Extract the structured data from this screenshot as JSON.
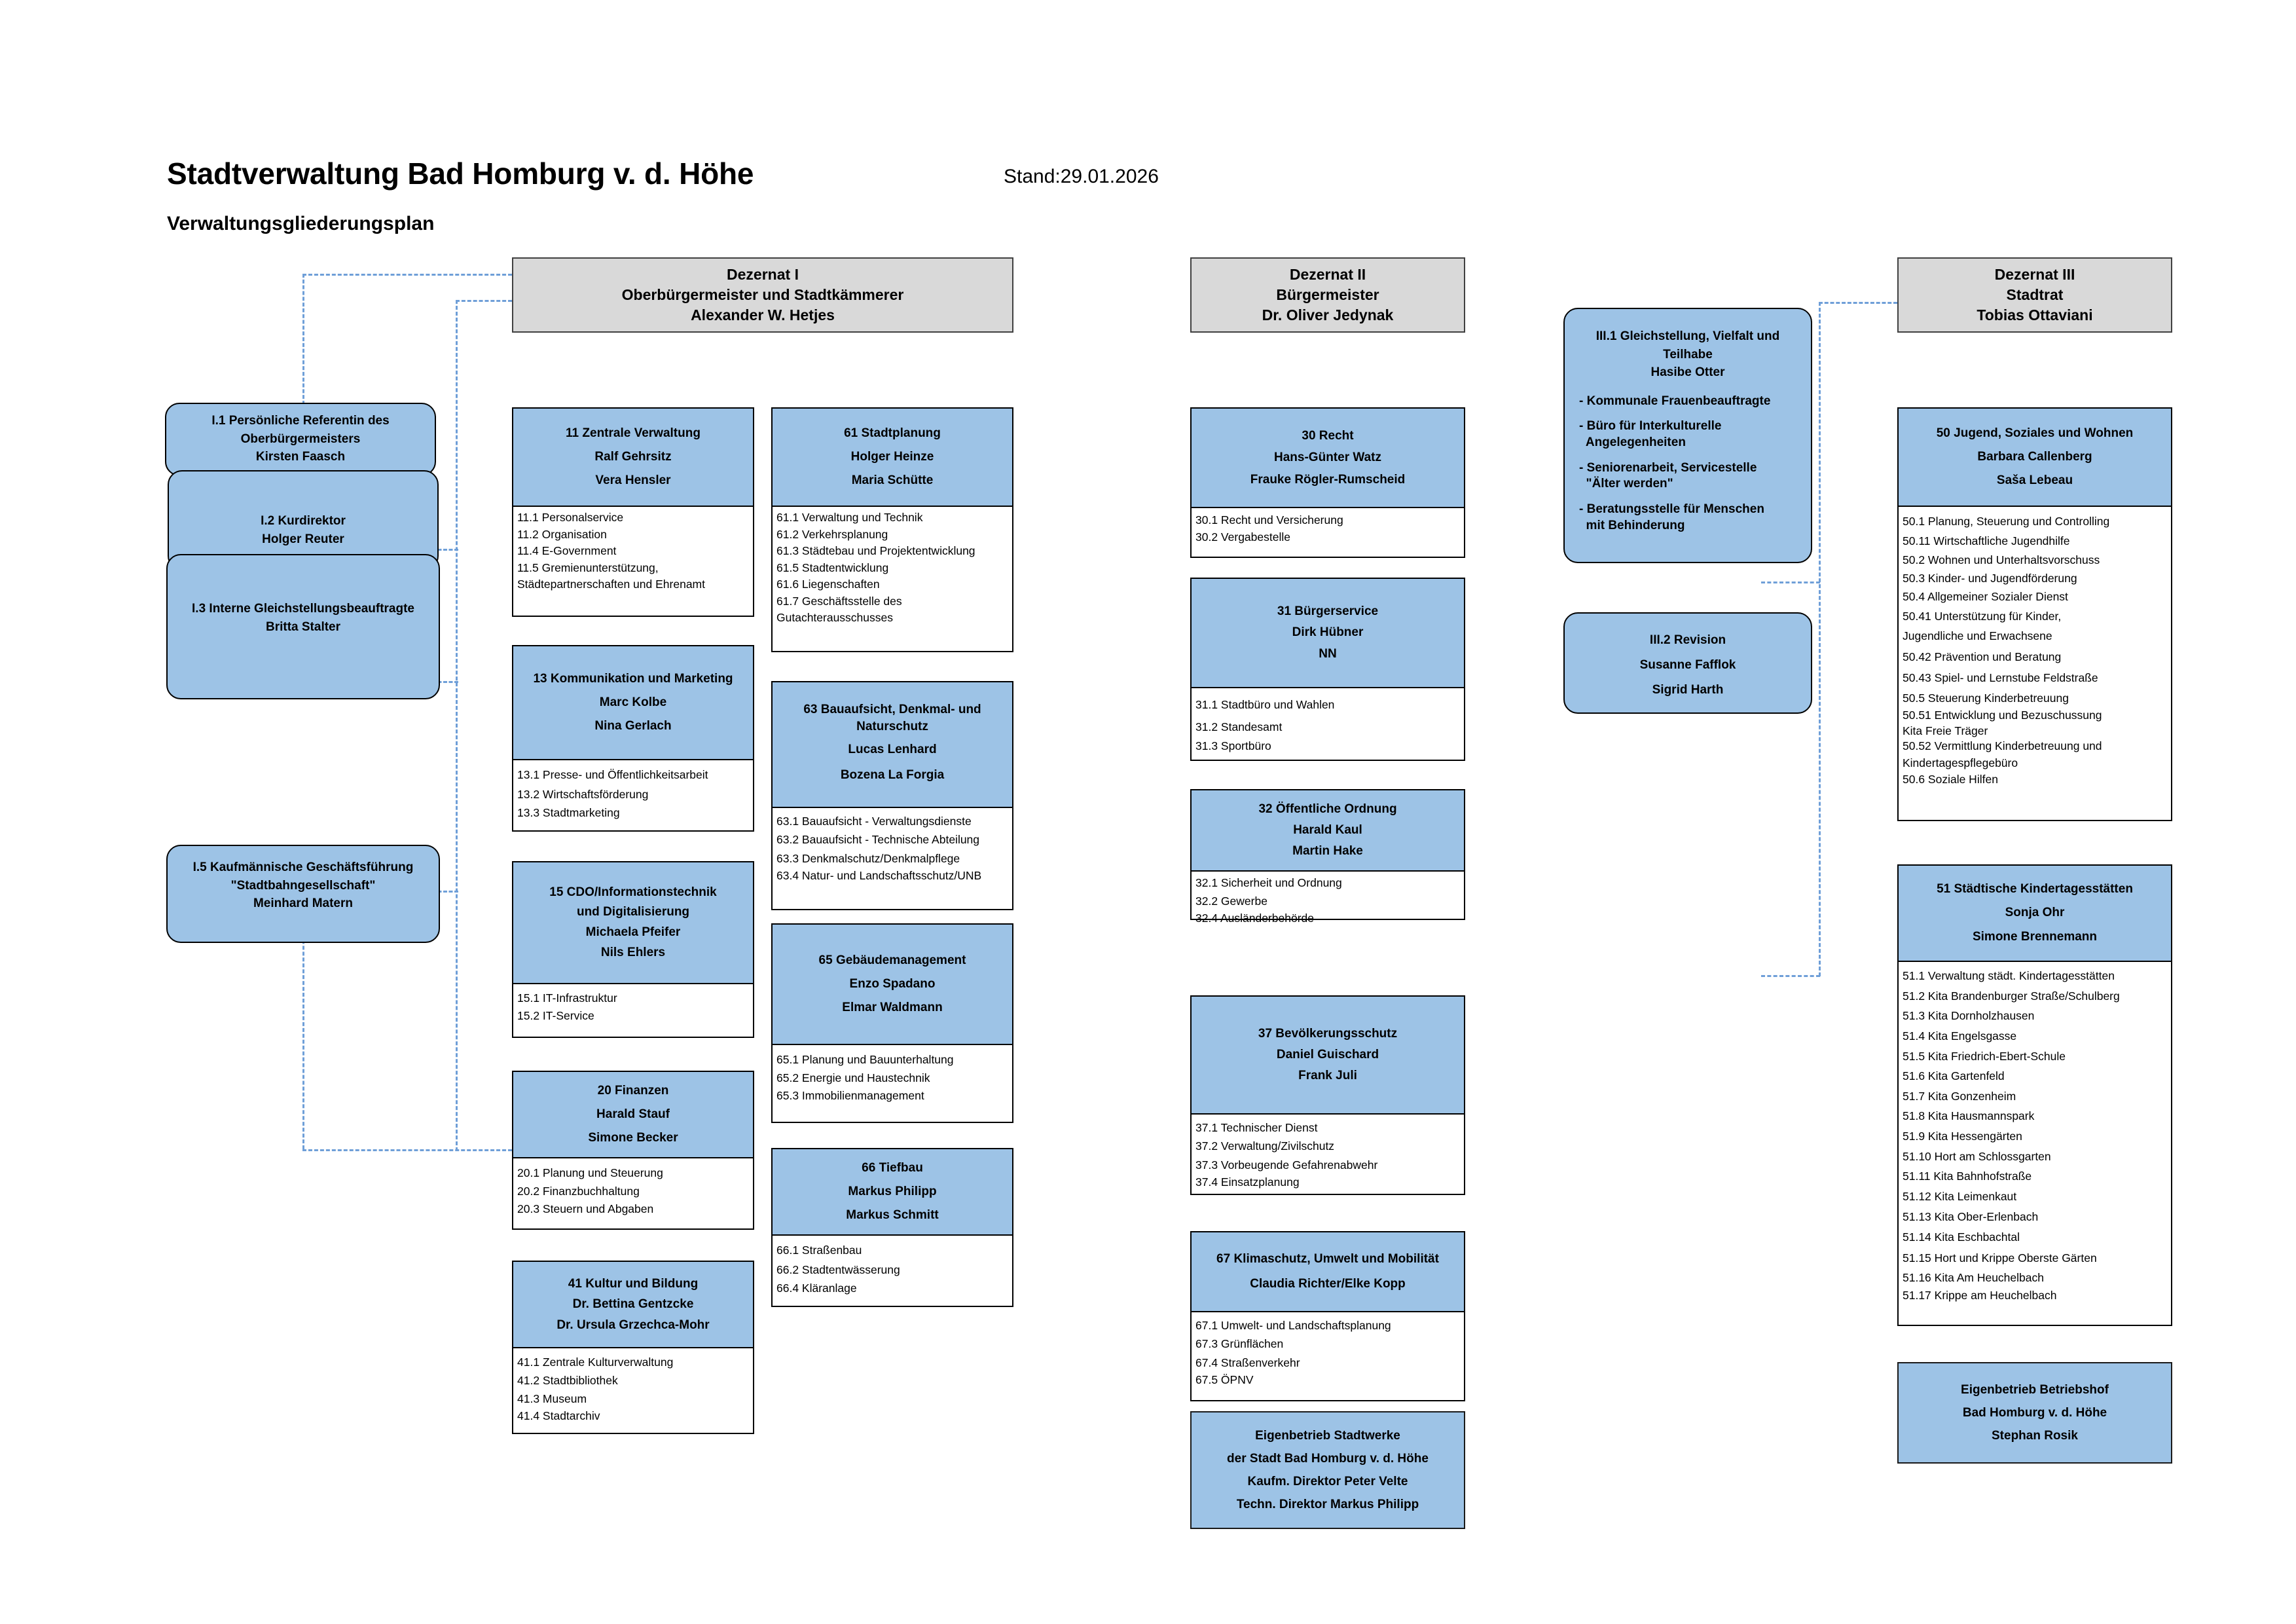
{
  "document": {
    "title": "Stadtverwaltung Bad Homburg v. d. Höhe",
    "date": "Stand:29.01.2026",
    "subtitle": "Verwaltungsgliederungsplan"
  },
  "colors": {
    "header_fill": "#d9d9d9",
    "unit_fill": "#9dc3e6",
    "connector": "#6f9fd8",
    "border": "#000000"
  },
  "dezernate": {
    "d1": {
      "lines": [
        "Dezernat I",
        "Oberbürgermeister und Stadtkämmerer",
        "Alexander W. Hetjes"
      ]
    },
    "d2": {
      "lines": [
        "Dezernat II",
        "Bürgermeister",
        "Dr. Oliver Jedynak"
      ]
    },
    "d3": {
      "lines": [
        "Dezernat III",
        "Stadtrat",
        "Tobias Ottaviani"
      ]
    }
  },
  "staff_left": [
    {
      "lines": [
        "I.1 Persönliche Referentin des",
        "Oberbürgermeisters",
        "Kirsten Faasch"
      ]
    },
    {
      "lines": [
        "I.2 Kurdirektor",
        "Holger Reuter"
      ]
    },
    {
      "lines": [
        "I.3 Interne Gleichstellungsbeauftragte",
        "Britta Stalter"
      ]
    },
    {
      "lines": [
        "I.5 Kaufmännische Geschäftsführung",
        "\"Stadtbahngesellschaft\"",
        "Meinhard Matern"
      ]
    }
  ],
  "staff_right": {
    "iii1": {
      "lines": [
        "III.1 Gleichstellung, Vielfalt und",
        "Teilhabe",
        "Hasibe Otter"
      ],
      "bullets": [
        "- Kommunale Frauenbeauftragte",
        "- Büro für Interkulturelle\n  Angelegenheiten",
        "- Seniorenarbeit, Servicestelle\n  \"Älter werden\"",
        "- Beratungsstelle für Menschen\n  mit Behinderung"
      ]
    },
    "iii2": {
      "lines": [
        "III.2 Revision",
        "Susanne Fafflok",
        "Sigrid Harth"
      ]
    }
  },
  "units": {
    "u11": {
      "head": [
        "11 Zentrale Verwaltung",
        "Ralf Gehrsitz",
        "Vera Hensler"
      ],
      "items": [
        "11.1 Personalservice",
        "11.2 Organisation",
        "11.4 E-Government",
        "11.5 Gremienunterstützung,",
        "Städtepartnerschaften und Ehrenamt"
      ]
    },
    "u13": {
      "head": [
        "13  Kommunikation und Marketing",
        "Marc Kolbe",
        "Nina Gerlach"
      ],
      "items": [
        "13.1 Presse- und Öffentlichkeitsarbeit",
        "13.2 Wirtschaftsförderung",
        "13.3 Stadtmarketing"
      ]
    },
    "u15": {
      "head": [
        "15 CDO/Informationstechnik",
        "und Digitalisierung",
        "Michaela Pfeifer",
        "Nils Ehlers"
      ],
      "items": [
        "15.1 IT-Infrastruktur",
        "15.2 IT-Service"
      ]
    },
    "u20": {
      "head": [
        "20 Finanzen",
        "Harald Stauf",
        "Simone Becker"
      ],
      "items": [
        "20.1 Planung und Steuerung",
        "20.2 Finanzbuchhaltung",
        "20.3 Steuern und Abgaben"
      ]
    },
    "u41": {
      "head": [
        "41 Kultur und Bildung",
        "Dr. Bettina Gentzcke",
        "Dr. Ursula Grzechca-Mohr"
      ],
      "items": [
        "41.1 Zentrale Kulturverwaltung",
        "41.2 Stadtbibliothek",
        "41.3 Museum",
        "41.4 Stadtarchiv"
      ]
    },
    "u61": {
      "head": [
        "61 Stadtplanung",
        "Holger Heinze",
        "Maria Schütte"
      ],
      "items": [
        "61.1 Verwaltung und Technik",
        "61.2 Verkehrsplanung",
        "61.3 Städtebau und Projektentwicklung",
        "61.5 Stadtentwicklung",
        "61.6 Liegenschaften",
        "61.7 Geschäftsstelle des",
        "Gutachterausschusses"
      ]
    },
    "u63": {
      "head": [
        "63 Bauaufsicht, Denkmal- und",
        "Naturschutz",
        "Lucas Lenhard",
        "Bozena La Forgia"
      ],
      "items": [
        "63.1 Bauaufsicht - Verwaltungsdienste",
        "63.2 Bauaufsicht - Technische Abteilung",
        "63.3 Denkmalschutz/Denkmalpflege",
        "63.4 Natur- und Landschaftsschutz/UNB"
      ]
    },
    "u65": {
      "head": [
        "65 Gebäudemanagement",
        "Enzo Spadano",
        "Elmar Waldmann"
      ],
      "items": [
        "65.1 Planung und Bauunterhaltung",
        "65.2 Energie und Haustechnik",
        "65.3 Immobilienmanagement"
      ]
    },
    "u66": {
      "head": [
        "66 Tiefbau",
        "Markus Philipp",
        "Markus Schmitt"
      ],
      "items": [
        "66.1 Straßenbau",
        "66.2 Stadtentwässerung",
        "66.4 Kläranlage"
      ]
    },
    "u30": {
      "head": [
        "30 Recht",
        "Hans-Günter Watz",
        "Frauke Rögler-Rumscheid"
      ],
      "items": [
        "30.1 Recht und Versicherung",
        "30.2 Vergabestelle"
      ]
    },
    "u31": {
      "head": [
        "31 Bürgerservice",
        "Dirk Hübner",
        "NN"
      ],
      "items": [
        "31.1 Stadtbüro und Wahlen",
        "31.2 Standesamt",
        "31.3 Sportbüro"
      ]
    },
    "u32": {
      "head": [
        "32 Öffentliche Ordnung",
        "Harald Kaul",
        "Martin Hake"
      ],
      "items": [
        "32.1 Sicherheit und Ordnung",
        "32.2 Gewerbe",
        "32.4 Ausländerbehörde"
      ]
    },
    "u37": {
      "head": [
        "37 Bevölkerungsschutz",
        "Daniel Guischard",
        "Frank Juli"
      ],
      "items": [
        "37.1 Technischer Dienst",
        "37.2 Verwaltung/Zivilschutz",
        "37.3 Vorbeugende Gefahrenabwehr",
        "37.4 Einsatzplanung"
      ]
    },
    "u67": {
      "head": [
        "67 Klimaschutz, Umwelt und Mobilität",
        "Claudia Richter/Elke Kopp"
      ],
      "items": [
        "67.1 Umwelt- und Landschaftsplanung",
        "67.3 Grünflächen",
        "67.4 Straßenverkehr",
        "67.5 ÖPNV"
      ]
    },
    "u50": {
      "head": [
        "50 Jugend, Soziales und Wohnen",
        "Barbara Callenberg",
        "Saša Lebeau"
      ],
      "items": [
        "50.1 Planung, Steuerung und Controlling",
        "50.11 Wirtschaftliche Jugendhilfe",
        "50.2 Wohnen und Unterhaltsvorschuss",
        "50.3 Kinder- und Jugendförderung",
        "50.4 Allgemeiner Sozialer Dienst",
        "50.41 Unterstützung für Kinder,",
        "Jugendliche und Erwachsene",
        "50.42 Prävention und Beratung",
        "50.43 Spiel- und Lernstube Feldstraße",
        "50.5 Steuerung Kinderbetreuung",
        "50.51 Entwicklung und Bezuschussung",
        "Kita Freie Träger",
        "50.52 Vermittlung Kinderbetreuung und",
        "Kindertagespflegebüro",
        "50.6 Soziale Hilfen"
      ]
    },
    "u51": {
      "head": [
        "51 Städtische Kindertagesstätten",
        "Sonja Ohr",
        "Simone Brennemann"
      ],
      "items": [
        "51.1 Verwaltung städt. Kindertagesstätten",
        "51.2 Kita Brandenburger Straße/Schulberg",
        "51.3 Kita Dornholzhausen",
        "51.4 Kita Engelsgasse",
        "51.5 Kita Friedrich-Ebert-Schule",
        "51.6 Kita Gartenfeld",
        "51.7 Kita Gonzenheim",
        "51.8 Kita Hausmannspark",
        "51.9 Kita Hessengärten",
        "51.10 Hort am Schlossgarten",
        "51.11 Kita Bahnhofstraße",
        "51.12 Kita Leimenkaut",
        "51.13 Kita Ober-Erlenbach",
        "51.14 Kita Eschbachtal",
        "51.15 Hort und Krippe Oberste Gärten",
        "51.16 Kita Am Heuchelbach",
        "51.17 Krippe am Heuchelbach"
      ]
    }
  },
  "eigenbetriebe": {
    "stadtwerke": {
      "lines": [
        "Eigenbetrieb Stadtwerke",
        "der Stadt Bad Homburg v. d. Höhe",
        "Kaufm. Direktor Peter Velte",
        "Techn. Direktor Markus Philipp"
      ]
    },
    "betriebshof": {
      "lines": [
        "Eigenbetrieb  Betriebshof",
        "Bad Homburg v.  d. Höhe",
        "Stephan Rosik"
      ]
    }
  }
}
